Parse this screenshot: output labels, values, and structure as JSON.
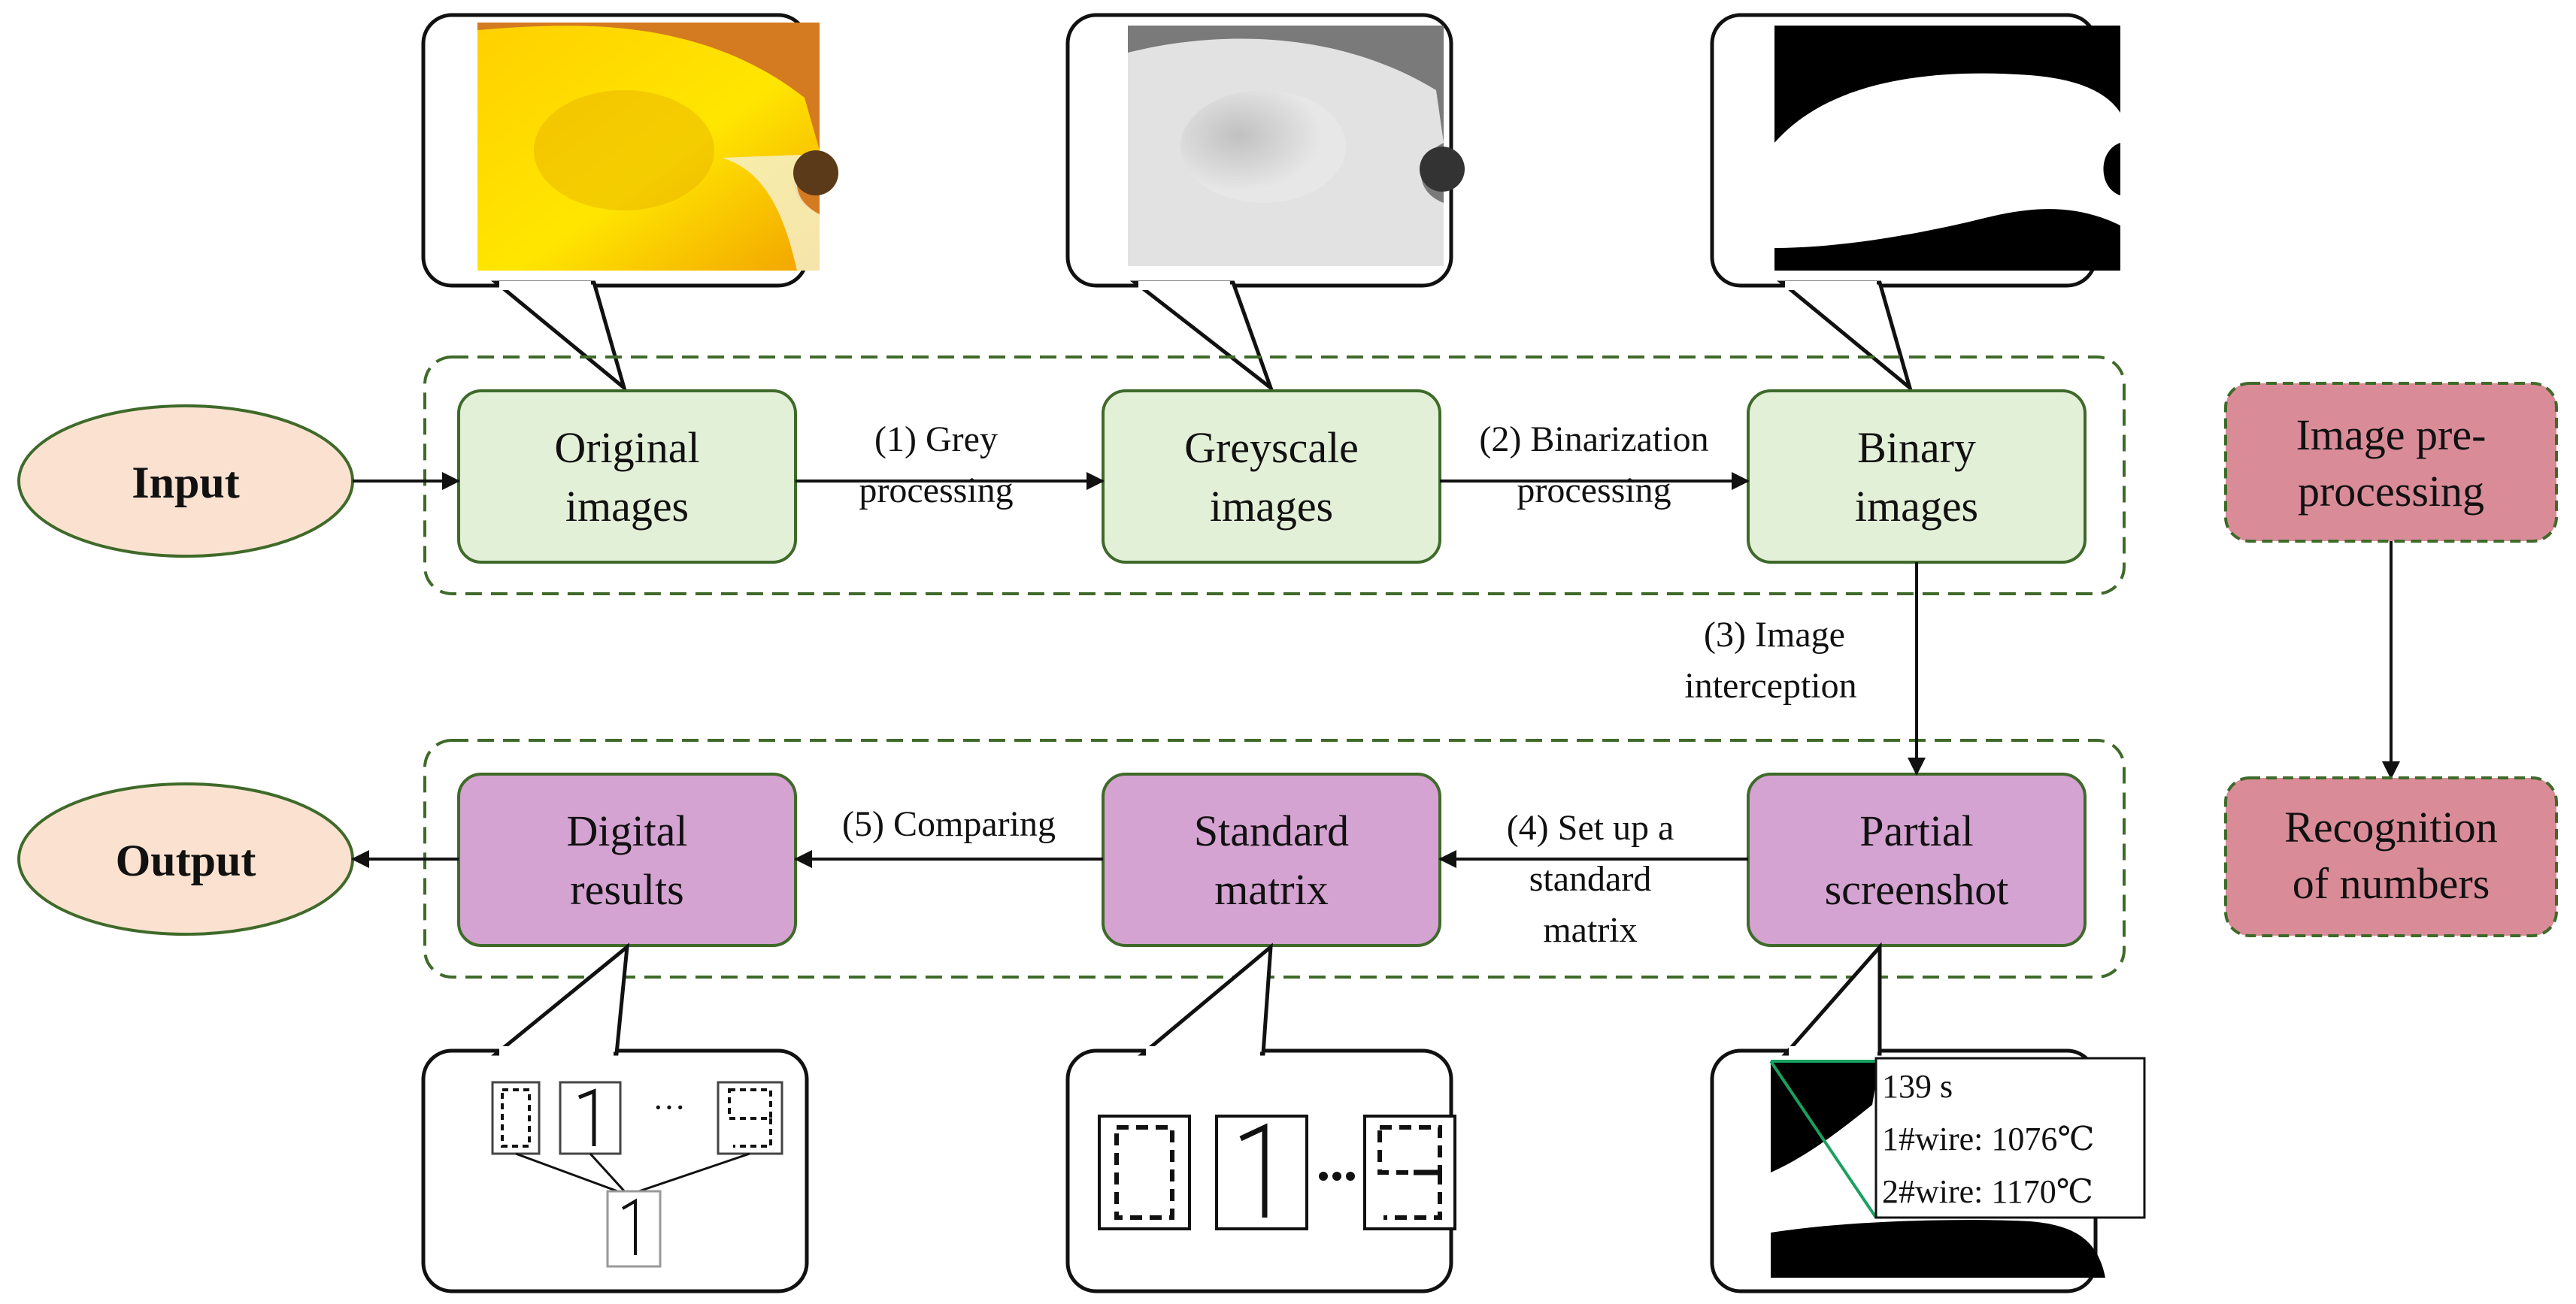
{
  "terminals": {
    "input": "Input",
    "output": "Output"
  },
  "nodes": {
    "original": [
      "Original",
      "images"
    ],
    "greyscale": [
      "Greyscale",
      "images"
    ],
    "binary": [
      "Binary",
      "images"
    ],
    "partial": [
      "Partial",
      "screenshot"
    ],
    "standard": [
      "Standard",
      "matrix"
    ],
    "digital": [
      "Digital",
      "results"
    ]
  },
  "edges": {
    "grey": [
      "(1) Grey",
      "processing"
    ],
    "binarization": [
      "(2) Binarization",
      "processing"
    ],
    "interception": [
      "(3) Image",
      "interception"
    ],
    "setup": [
      "(4) Set up a",
      "standard",
      "matrix"
    ],
    "comparing": [
      "(5) Comparing"
    ]
  },
  "legend": {
    "preprocessing": [
      "Image pre-",
      "processing"
    ],
    "recognition": [
      "Recognition",
      "of numbers"
    ]
  },
  "callout": {
    "time": "139 s",
    "wire1": "1#wire:   1076℃",
    "wire2": "2#wire:   1170℃",
    "digit_ellipsis": "···"
  },
  "colors": {
    "preprocess_fill": "#e3f0d8",
    "preprocess_stroke": "#3f6a2a",
    "recognition_fill": "#d4a3d1",
    "recognition_stroke": "#3f6a2a",
    "terminal_fill": "#fbe2d0",
    "legend_fill": "#d98c98",
    "group_dash": "#3f6a2a"
  }
}
